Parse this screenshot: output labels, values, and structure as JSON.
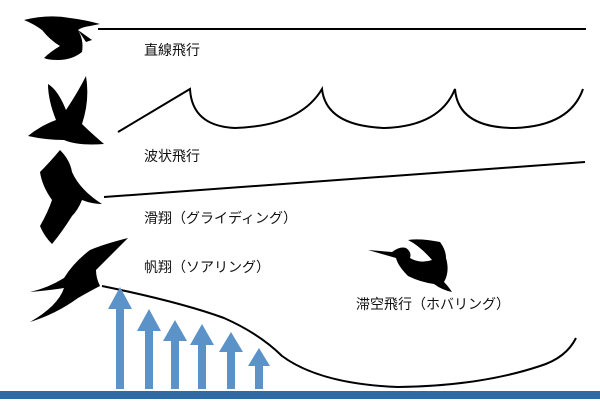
{
  "labels": {
    "straight": "直線飛行",
    "undulating": "波状飛行",
    "gliding": "滑翔（グライディング）",
    "soaring": "帆翔（ソアリング）",
    "hovering": "滞空飛行（ホバリング）"
  },
  "colors": {
    "line": "#000000",
    "silhouette": "#000000",
    "updraft_arrows": "#5b93c9",
    "ground": "#2e6aa5"
  },
  "icons": {
    "bird1": "flapping-crow-icon",
    "bird2": "wings-up-eagle-icon",
    "bird3": "gliding-hawk-icon",
    "bird4": "soaring-albatross-icon",
    "bird5": "hummingbird-icon",
    "arrows": "updraft-arrow-icon"
  }
}
